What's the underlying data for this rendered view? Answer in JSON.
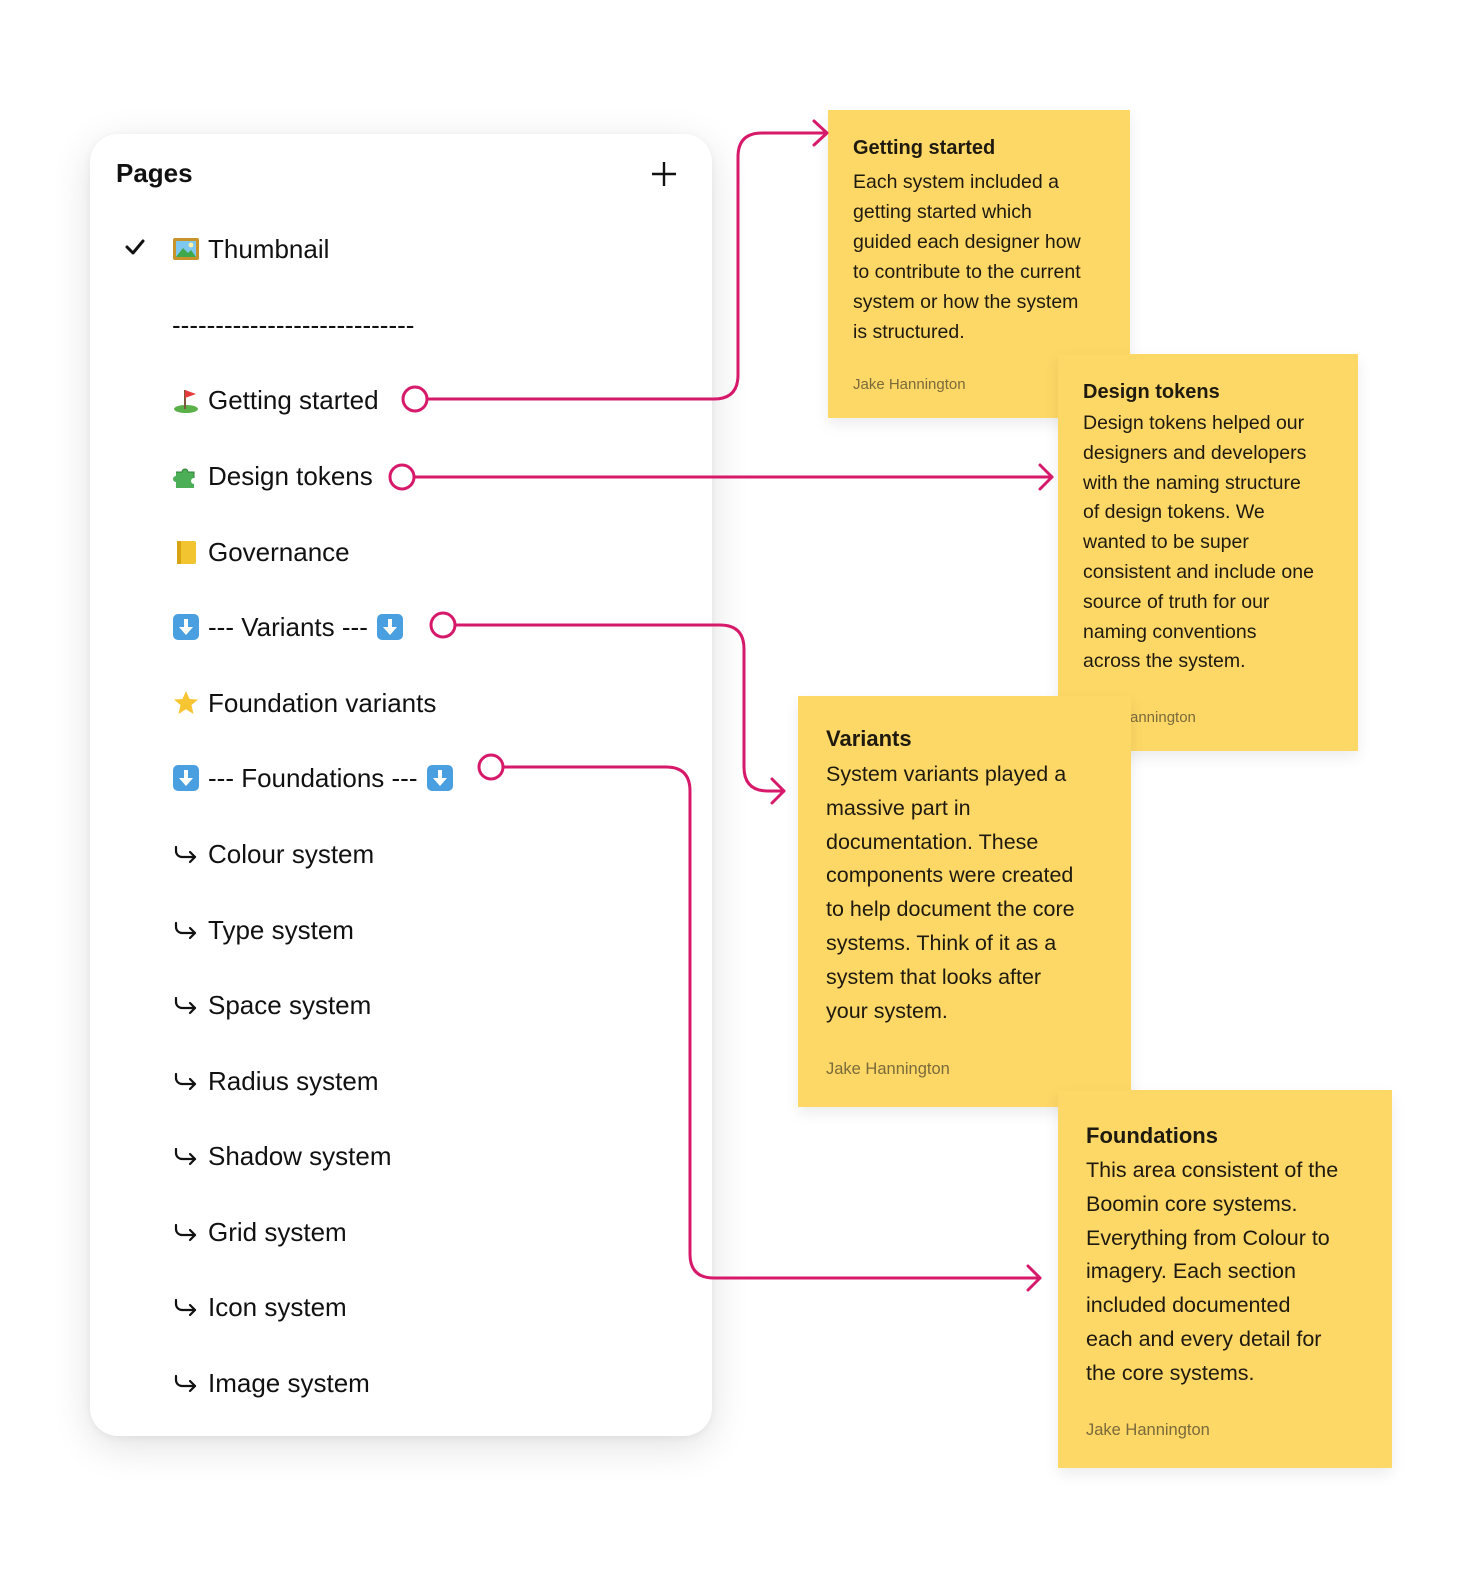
{
  "panel": {
    "title": "Pages",
    "add_icon": "plus-icon",
    "items": [
      {
        "id": "thumbnail",
        "label": "Thumbnail",
        "icon": "framed-picture-emoji",
        "selected": true
      },
      {
        "id": "divider",
        "label": "----------------------------"
      },
      {
        "id": "getting-started",
        "label": "Getting started",
        "icon": "golf-flag-emoji"
      },
      {
        "id": "design-tokens",
        "label": "Design tokens",
        "icon": "puzzle-piece-emoji"
      },
      {
        "id": "governance",
        "label": "Governance",
        "icon": "ledger-emoji"
      },
      {
        "id": "variants",
        "label": "--- Variants ---",
        "icon": "down-arrow-emoji"
      },
      {
        "id": "foundation-variants",
        "label": "Foundation variants",
        "icon": "star-emoji"
      },
      {
        "id": "foundations",
        "label": "--- Foundations ---",
        "icon": "down-arrow-emoji"
      },
      {
        "id": "colour-system",
        "label": "Colour system",
        "icon": "hook-arrow-icon"
      },
      {
        "id": "type-system",
        "label": "Type system",
        "icon": "hook-arrow-icon"
      },
      {
        "id": "space-system",
        "label": "Space system",
        "icon": "hook-arrow-icon"
      },
      {
        "id": "radius-system",
        "label": "Radius system",
        "icon": "hook-arrow-icon"
      },
      {
        "id": "shadow-system",
        "label": "Shadow system",
        "icon": "hook-arrow-icon"
      },
      {
        "id": "grid-system",
        "label": "Grid system",
        "icon": "hook-arrow-icon"
      },
      {
        "id": "icon-system",
        "label": "Icon system",
        "icon": "hook-arrow-icon"
      },
      {
        "id": "image-system",
        "label": "Image system",
        "icon": "hook-arrow-icon"
      }
    ]
  },
  "notes": {
    "getting_started": {
      "title": "Getting started",
      "lines": [
        "Each system included a",
        "getting started which",
        "guided each designer how",
        "to contribute to the current",
        "system or how the system",
        "is structured."
      ],
      "author": "Jake Hannington"
    },
    "design_tokens": {
      "title": "Design tokens",
      "lines": [
        "Design tokens helped our",
        "designers and developers",
        "with the naming structure",
        "of design tokens. We",
        "wanted to be super",
        "consistent and include one",
        "source of truth for our",
        "naming conventions",
        "across the system."
      ],
      "author": "annington"
    },
    "variants": {
      "title": "Variants",
      "lines": [
        "System variants played a",
        "massive part in",
        "documentation. These",
        "components were created",
        "to help document the core",
        "systems. Think of it as a",
        "system that looks after",
        "your system."
      ],
      "author": "Jake Hannington"
    },
    "foundations": {
      "title": "Foundations",
      "lines": [
        "This area consistent of the",
        "Boomin core systems.",
        "Everything from Colour to",
        "imagery. Each section",
        "included documented",
        "each and every detail for",
        "the core systems."
      ],
      "author": "Jake Hannington"
    }
  },
  "colors": {
    "note_fill": "#fdd866",
    "connector": "#d6196a",
    "text": "#111111"
  }
}
